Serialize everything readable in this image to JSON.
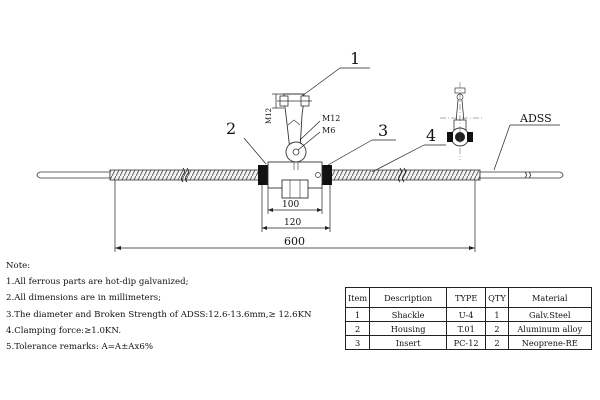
{
  "callouts": {
    "c1": "1",
    "c2": "2",
    "c3": "3",
    "c4": "4",
    "adss": "ADSS"
  },
  "dims": {
    "d100": "100",
    "d120": "120",
    "d600": "600",
    "m12_side": "M12",
    "m12": "M12",
    "m6": "M6"
  },
  "notes": {
    "heading": "Note:",
    "items": [
      "1.All ferrous parts are hot-dip galvanized;",
      "2.All dimensions are in millimeters;",
      "3.The diameter and Broken Strength of ADSS:12.6-13.6mm,≥ 12.6KN",
      "4.Clamping force:≥1.0KN.",
      "5.Tolerance remarks:  A=A±Ax6%"
    ]
  },
  "bom": {
    "headers": [
      "Item",
      "Description",
      "TYPE",
      "QTY",
      "Material"
    ],
    "rows": [
      [
        "1",
        "Shackle",
        "U-4",
        "1",
        "Galv.Steel"
      ],
      [
        "2",
        "Housing",
        "T.01",
        "2",
        "Aluminum alloy"
      ],
      [
        "3",
        "Insert",
        "PC-12",
        "2",
        "Neoprene-RE"
      ]
    ]
  }
}
